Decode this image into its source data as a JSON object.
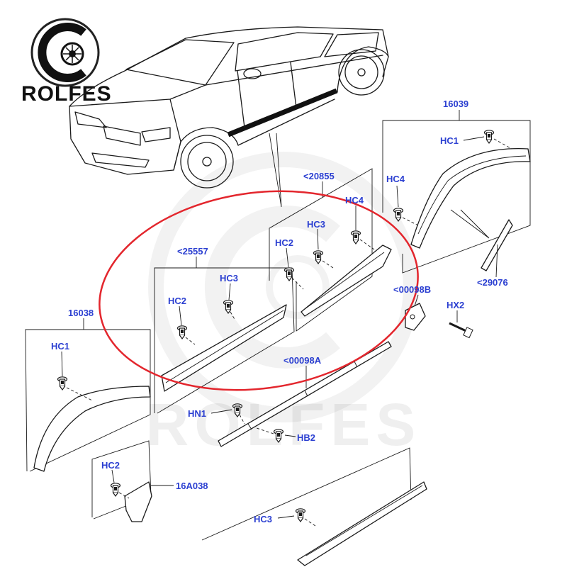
{
  "logo": {
    "brand": "ROLFES",
    "icon": "turbo-wheel-logo-icon"
  },
  "watermark": {
    "text": "ROLFES",
    "icon": "turbo-wheel-watermark-icon"
  },
  "callouts": {
    "rear_arch": "16039",
    "rear_arch_clip": "HC1",
    "rear_arch_lower_clip": "HC4",
    "rear_door_moulding": "<20855",
    "rear_door_clip_a": "HC4",
    "rear_door_clip_b": "HC3",
    "rear_door_clip_c": "HC2",
    "front_door_moulding": "<25557",
    "front_door_clip_a": "HC3",
    "front_door_clip_b": "HC2",
    "sill_bracket": "<00098B",
    "sill_bracket_bolt": "HX2",
    "rear_arch_extension": "<29076",
    "front_arch": "16038",
    "front_arch_clip": "HC1",
    "sill_rail": "<00098A",
    "sill_rail_nut": "HN1",
    "sill_rail_bolt": "HB2",
    "mudflap_clip": "HC2",
    "mudflap": "16A038",
    "sill_cover_clip": "HC3"
  },
  "colors": {
    "callout_text": "#2b3fd1",
    "highlight_ring": "#e3262d",
    "line_art": "#1a1a1a"
  }
}
